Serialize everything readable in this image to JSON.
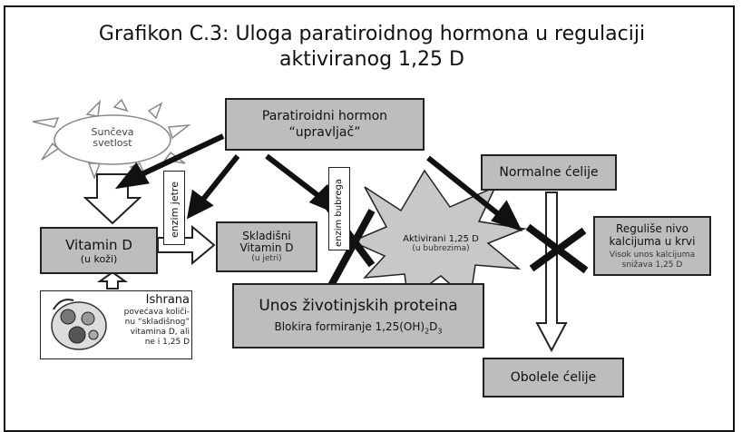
{
  "title_line1": "Grafikon C.3: Uloga paratiroidnog hormona u regulaciji",
  "title_line2": "aktiviranog 1,25 D",
  "pth": {
    "line1": "Paratiroidni hormon",
    "line2": "“upravljač”"
  },
  "sun": {
    "line1": "Sunčeva",
    "line2": "svetlost"
  },
  "vitamin_d": {
    "label": "Vitamin D",
    "sub": "(u koži)"
  },
  "enzim_jetre": "enzim jetre",
  "enzim_bubrega": "enzim bubrega",
  "skladisni": {
    "line1": "Skladišni",
    "line2": "Vitamin D",
    "sub": "(u jetri)"
  },
  "aktivirani": {
    "label": "Aktivirani 1,25 D",
    "sub": "(u bubrezima)"
  },
  "normalne": "Normalne ćelije",
  "regulise": {
    "line1": "Reguliše nivo",
    "line2": "kalcijuma u krvi",
    "sub1": "Visok unos kalcijuma",
    "sub2": "snižava 1,25 D"
  },
  "unos": {
    "line1": "Unos životinjskih proteina",
    "line2_prefix": "Blokira formiranje 1,25(OH)",
    "sub2": "2",
    "mid": "D",
    "sub3": "3"
  },
  "ishrana": {
    "title": "Ishrana",
    "l1": "povećava količi-",
    "l2": "nu “skladišnog”",
    "l3": "vitamina D, ali",
    "l4": "ne i 1,25 D"
  },
  "obolele": "Obolele ćelije",
  "colors": {
    "box_fill": "#bdbdbd",
    "line": "#111111"
  }
}
